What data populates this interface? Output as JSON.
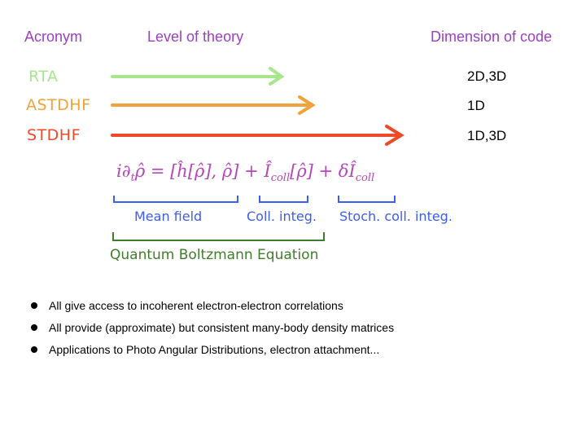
{
  "headers": {
    "acronym": "Acronym",
    "level": "Level of theory",
    "dimension": "Dimension of code"
  },
  "methods": [
    {
      "acronym": "RTA",
      "dimension": "2D,3D",
      "color": "#a8e68c"
    },
    {
      "acronym": "ASTDHF",
      "dimension": "1D",
      "color": "#f0a33a"
    },
    {
      "acronym": "STDHF",
      "dimension": "1D,3D",
      "color": "#ee4a2a"
    }
  ],
  "equation": {
    "lhs": "i∂",
    "lhs_sub": "t",
    "lhs_rest": "ρ̂ = [ĥ[ρ̂], ρ̂] + Î",
    "coll_sub": "coll",
    "mid": "[ρ̂] + δÎ",
    "coll_sub2": "coll"
  },
  "braces": {
    "mean_field": "Mean field",
    "coll_integ": "Coll. integ.",
    "stoch_coll_integ": "Stoch. coll. integ.",
    "qbe": "Quantum Boltzmann Equation"
  },
  "bullets": [
    "All give access to incoherent electron-electron correlations",
    "All provide (approximate) but consistent many-body density matrices",
    "Applications to Photo Angular Distributions, electron attachment..."
  ]
}
